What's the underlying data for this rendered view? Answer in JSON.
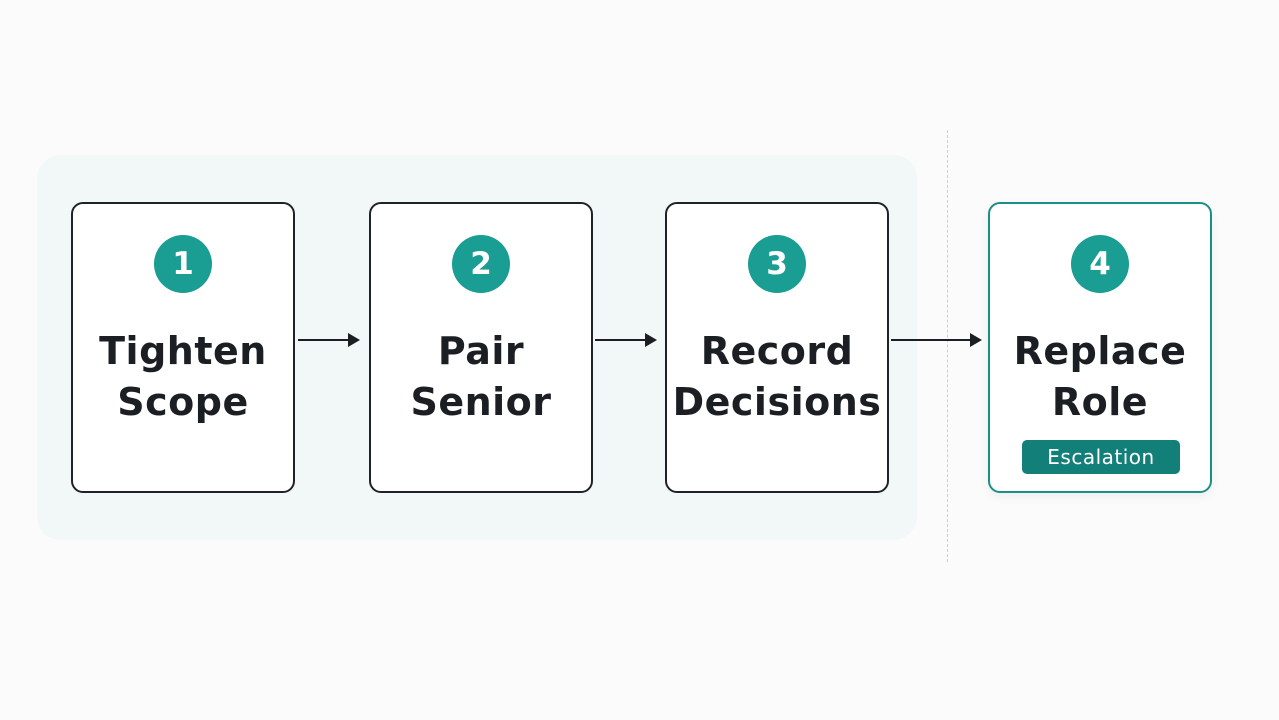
{
  "steps": [
    {
      "number": "1",
      "line1": "Tighten",
      "line2": "Scope"
    },
    {
      "number": "2",
      "line1": "Pair",
      "line2": "Senior"
    },
    {
      "number": "3",
      "line1": "Record",
      "line2": "Decisions"
    },
    {
      "number": "4",
      "line1": "Replace",
      "line2": "Role",
      "badge": "Escalation"
    }
  ],
  "colors": {
    "accent": "#1a9d93",
    "badge": "#137f79",
    "panel": "#f2f7f7",
    "text": "#1b1f24"
  }
}
